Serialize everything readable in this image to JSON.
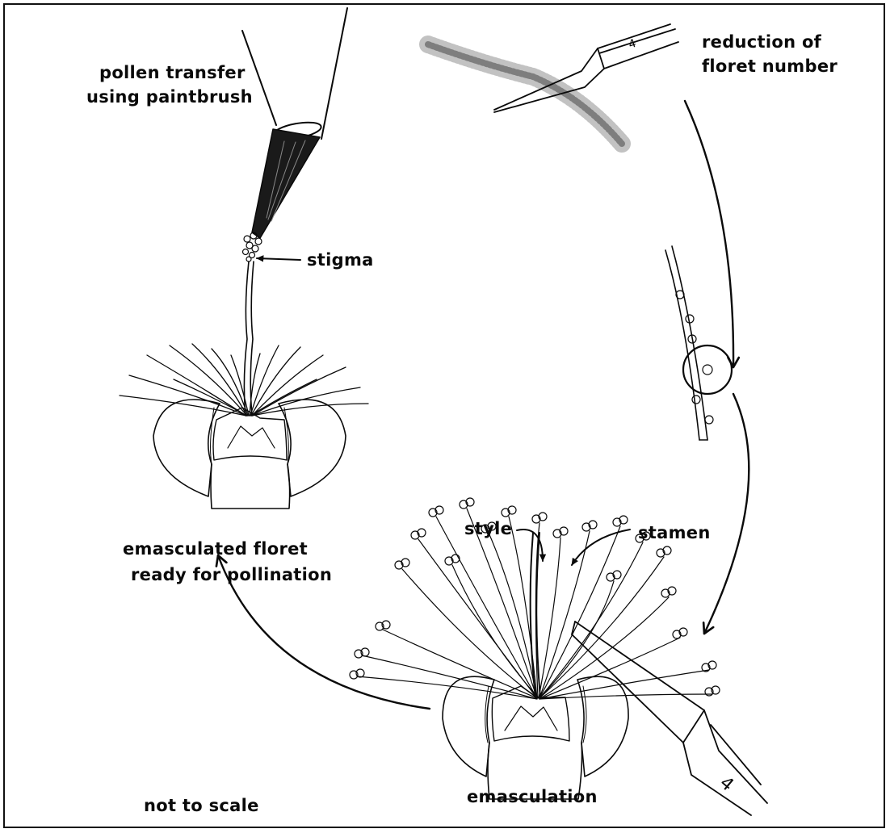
{
  "labels": {
    "pollen_transfer_line1": "pollen transfer",
    "pollen_transfer_line2": "using paintbrush",
    "reduction_line1": "reduction of",
    "reduction_line2": "floret number",
    "stigma": "stigma",
    "emasculated_line1": "emasculated floret",
    "emasculated_line2": "ready for pollination",
    "style": "style",
    "stamen": "stamen",
    "emasculation": "emasculation",
    "not_to_scale": "not to scale"
  },
  "colors": {
    "ink": "#0a0a0a",
    "background": "#ffffff"
  }
}
